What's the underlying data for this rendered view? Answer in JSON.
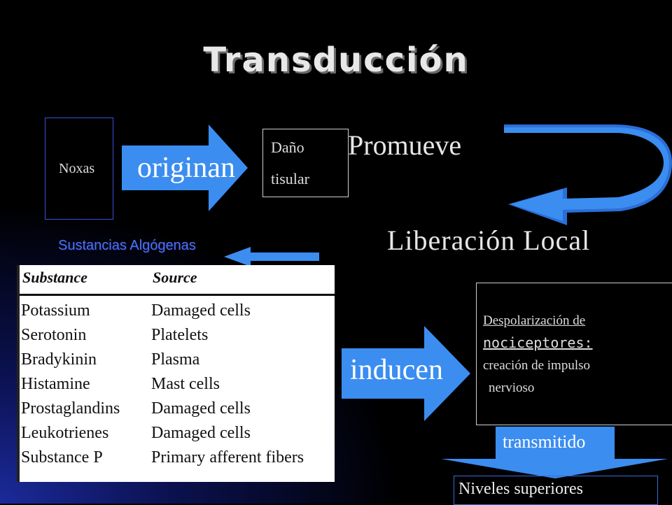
{
  "title": "Transducción",
  "noxas": "Noxas",
  "originan": "originan",
  "dano": {
    "line1": "Daño",
    "line2": "tisular"
  },
  "promueve": "Promueve",
  "liberacion": "Liberación Local",
  "sustancias": "Sustancias Algógenas",
  "table": {
    "headers": [
      "Substance",
      "Source"
    ],
    "rows": [
      [
        "Potassium",
        "Damaged cells"
      ],
      [
        "Serotonin",
        "Platelets"
      ],
      [
        "Bradykinin",
        "Plasma"
      ],
      [
        "Histamine",
        "Mast cells"
      ],
      [
        "Prostaglandins",
        "Damaged cells"
      ],
      [
        "Leukotrienes",
        "Damaged cells"
      ],
      [
        "Substance P",
        "Primary afferent fibers"
      ]
    ]
  },
  "inducen": "inducen",
  "despolarizacion": {
    "line1": "Despolarización de",
    "line2": "nociceptores:",
    "line3": "creación de impulso",
    "line4": "nervioso"
  },
  "transmitido": "transmitido",
  "niveles": "Niveles superiores",
  "colors": {
    "arrow": "#3b8df0",
    "accent_text": "#4f6ff0",
    "background": "#000000"
  }
}
